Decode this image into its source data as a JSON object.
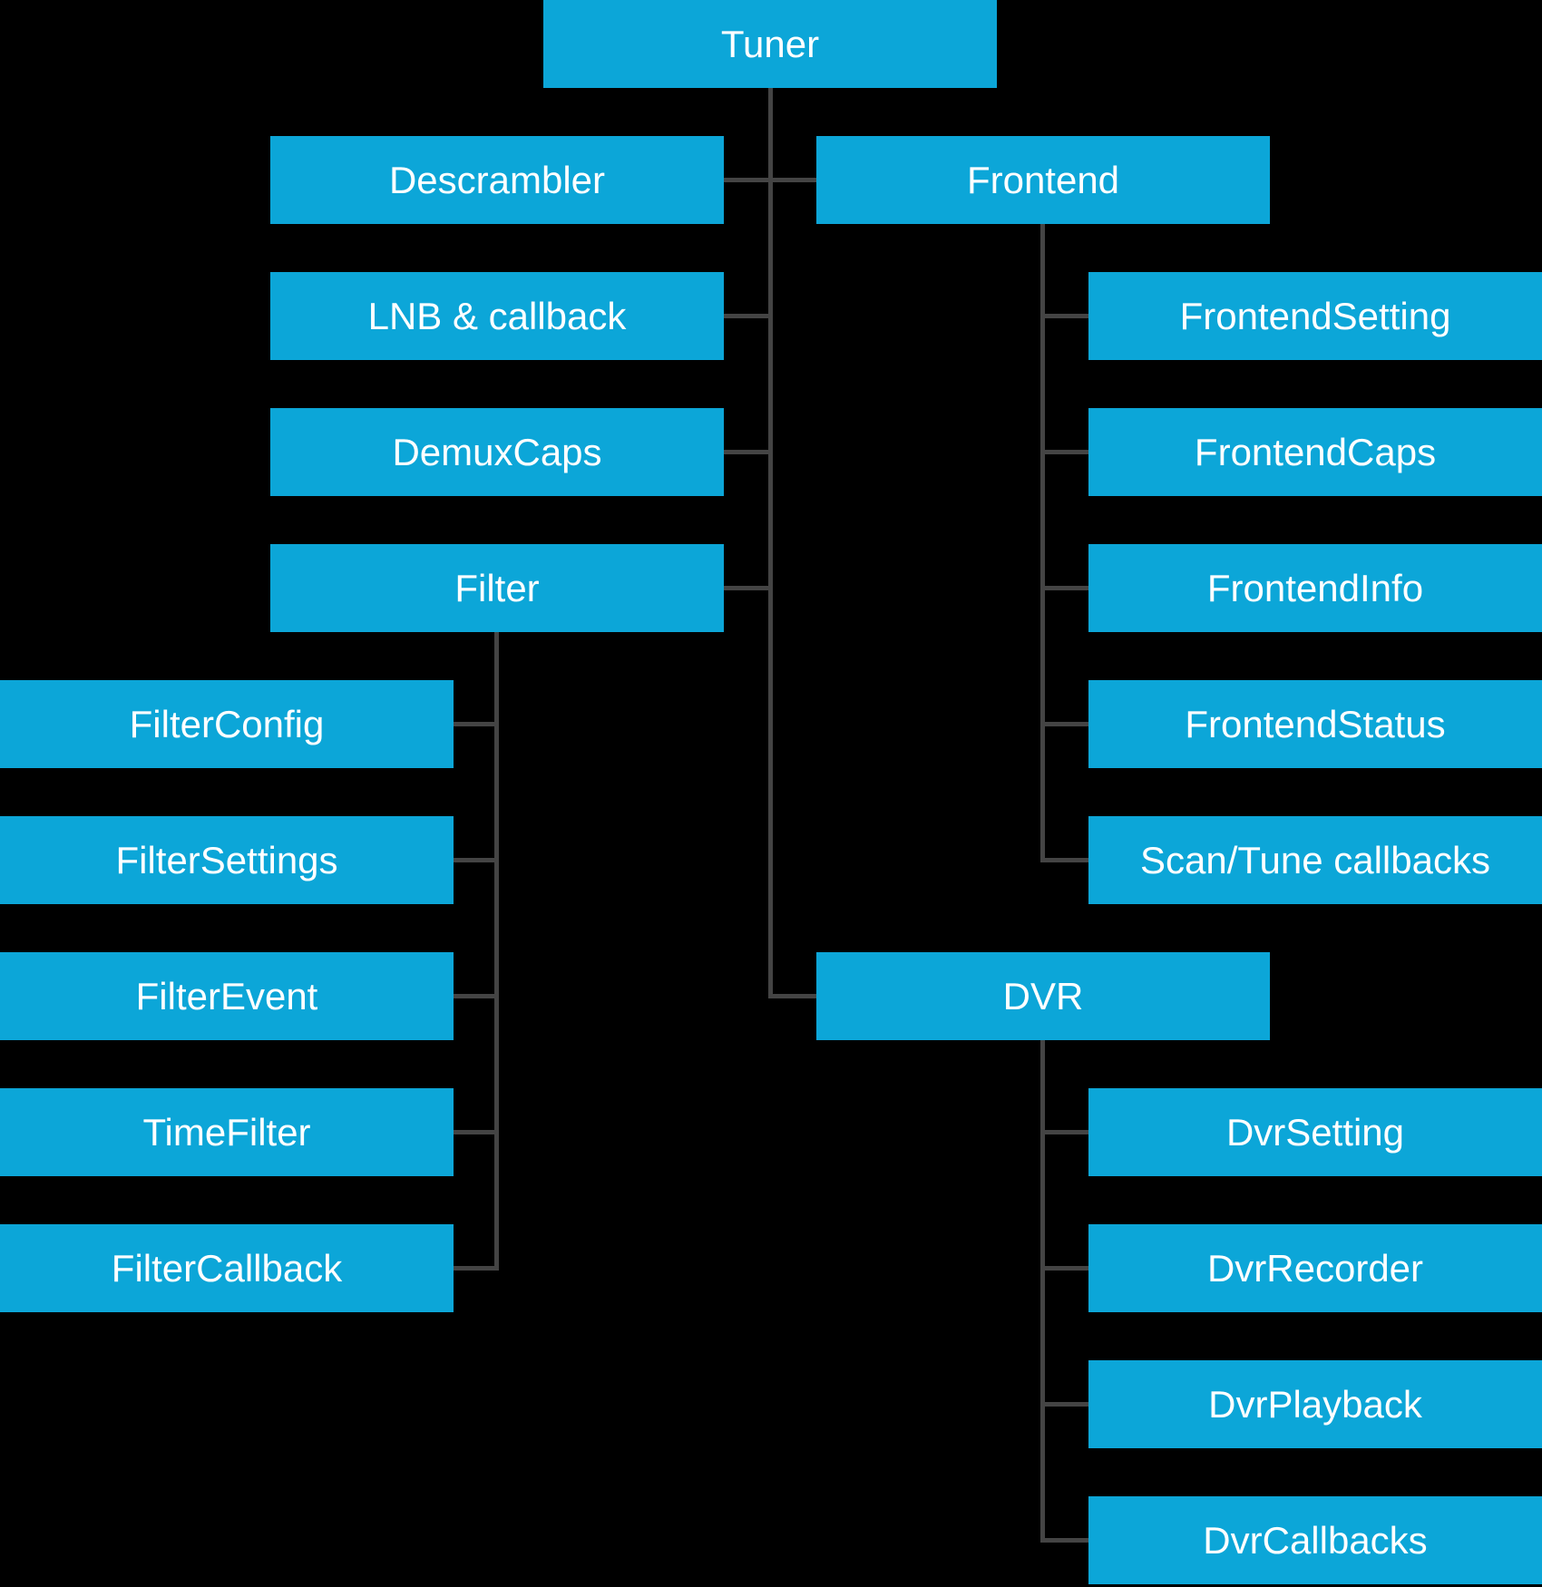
{
  "colors": {
    "background": "#000000",
    "box": "#0ca6d8",
    "line": "#444444",
    "text": "#ffffff"
  },
  "nodes": {
    "tuner": {
      "label": "Tuner"
    },
    "descrambler": {
      "label": "Descrambler"
    },
    "lnb": {
      "label": "LNB & callback"
    },
    "demuxcaps": {
      "label": "DemuxCaps"
    },
    "filter": {
      "label": "Filter"
    },
    "filterconfig": {
      "label": "FilterConfig"
    },
    "filtersettings": {
      "label": "FilterSettings"
    },
    "filterevent": {
      "label": "FilterEvent"
    },
    "timefilter": {
      "label": "TimeFilter"
    },
    "filtercallback": {
      "label": "FilterCallback"
    },
    "frontend": {
      "label": "Frontend"
    },
    "frontendsetting": {
      "label": "FrontendSetting"
    },
    "frontendcaps": {
      "label": "FrontendCaps"
    },
    "frontendinfo": {
      "label": "FrontendInfo"
    },
    "frontendstatus": {
      "label": "FrontendStatus"
    },
    "scantune": {
      "label": "Scan/Tune callbacks"
    },
    "dvr": {
      "label": "DVR"
    },
    "dvrsetting": {
      "label": "DvrSetting"
    },
    "dvrrecorder": {
      "label": "DvrRecorder"
    },
    "dvrplayback": {
      "label": "DvrPlayback"
    },
    "dvrcallbacks": {
      "label": "DvrCallbacks"
    }
  },
  "hierarchy": [
    {
      "parent": "Tuner",
      "children": [
        "Descrambler",
        "LNB & callback",
        "DemuxCaps",
        "Filter",
        "Frontend",
        "DVR"
      ]
    },
    {
      "parent": "Frontend",
      "children": [
        "FrontendSetting",
        "FrontendCaps",
        "FrontendInfo",
        "FrontendStatus",
        "Scan/Tune callbacks"
      ]
    },
    {
      "parent": "Filter",
      "children": [
        "FilterConfig",
        "FilterSettings",
        "FilterEvent",
        "TimeFilter",
        "FilterCallback"
      ]
    },
    {
      "parent": "DVR",
      "children": [
        "DvrSetting",
        "DvrRecorder",
        "DvrPlayback",
        "DvrCallbacks"
      ]
    }
  ]
}
